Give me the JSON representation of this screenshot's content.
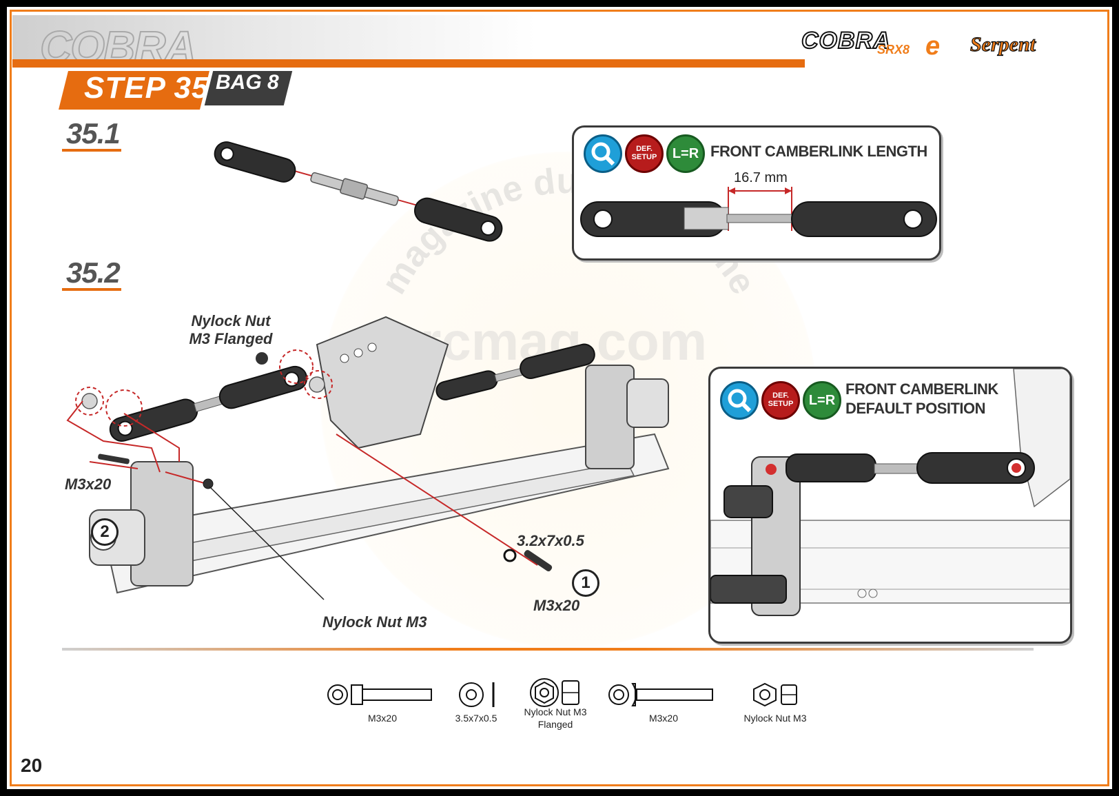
{
  "header": {
    "brand_model": "COBRA",
    "brand_variant": "SRX8",
    "brand_suffix": "e",
    "brand_company": "Serpent",
    "step_label": "STEP 35",
    "bag_label": "BAG 8"
  },
  "sections": {
    "s1": {
      "title": "35.1"
    },
    "s2": {
      "title": "35.2"
    }
  },
  "panel_length": {
    "icons": [
      "magnifier-icon",
      "def-setup-icon",
      "l-equals-r-icon"
    ],
    "def_text": "DEF.\nSETUP",
    "lr_text": "L=R",
    "title": "FRONT CAMBERLINK LENGTH",
    "dimension": "16.7 mm"
  },
  "panel_position": {
    "title_line1": "FRONT CAMBERLINK",
    "title_line2": "DEFAULT POSITION"
  },
  "callouts": {
    "nylock_flanged_line1": "Nylock Nut",
    "nylock_flanged_line2": "M3 Flanged",
    "m3x20_left": "M3x20",
    "washer": "3.2x7x0.5",
    "m3x20_right": "M3x20",
    "nylock_nut": "Nylock Nut M3",
    "num1": "1",
    "num2": "2"
  },
  "parts": [
    {
      "label": "M3x20",
      "icon": "screw-icon"
    },
    {
      "label": "3.5x7x0.5",
      "icon": "washer-icon"
    },
    {
      "label_line1": "Nylock Nut M3",
      "label_line2": "Flanged",
      "icon": "flanged-nut-icon"
    },
    {
      "label": "M3x20",
      "icon": "screw-icon"
    },
    {
      "label": "Nylock Nut M3",
      "icon": "nut-icon"
    }
  ],
  "watermark": {
    "line1": "magazine du modélisme",
    "line2": "rcmag.com"
  },
  "page_number": "20",
  "colors": {
    "accent_orange": "#e66c10",
    "dark_gray": "#3d3d3d",
    "callout_red": "#c62828"
  }
}
